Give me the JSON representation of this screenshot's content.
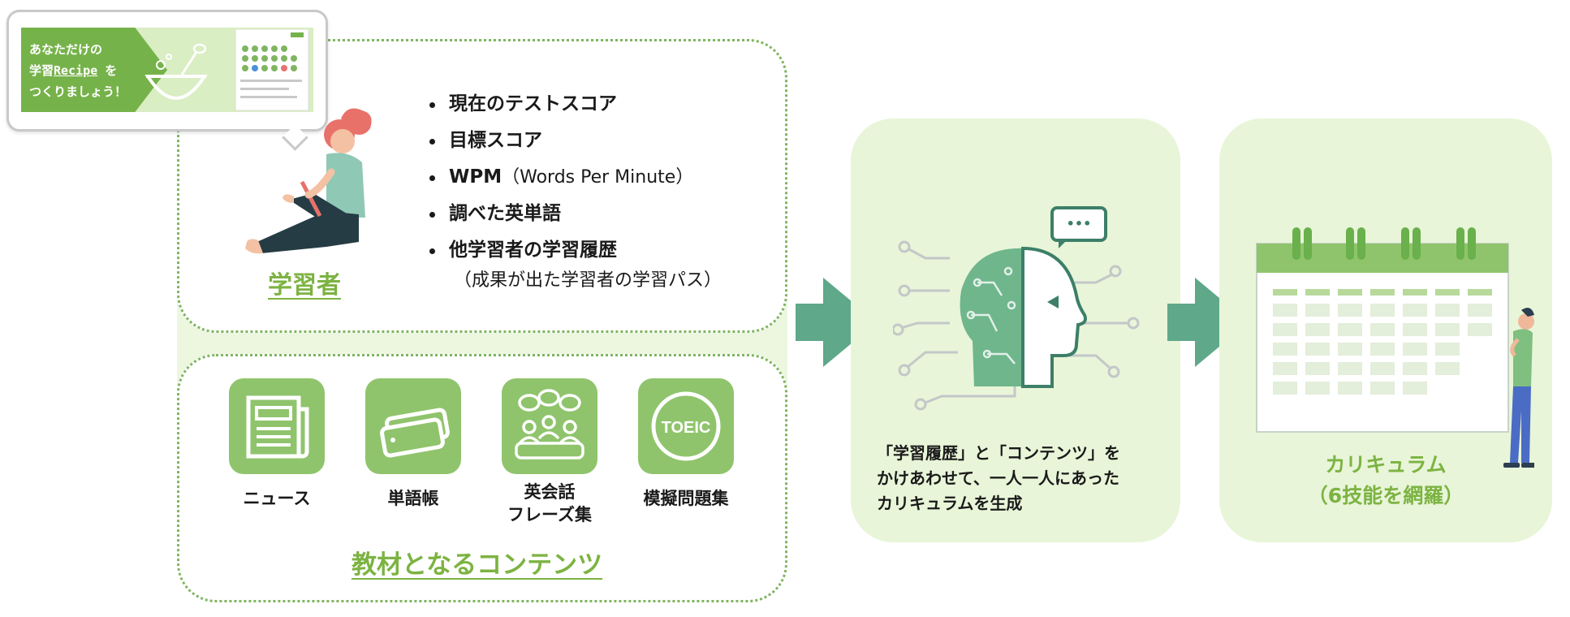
{
  "banner": {
    "line1": "あなただけの",
    "line2a": "学習",
    "line2b": "Recipe",
    "line2c": "を",
    "line3": "つくりましょう！"
  },
  "learner": {
    "title": "学習者",
    "items": [
      {
        "bold": "現在のテストスコア",
        "light": ""
      },
      {
        "bold": "目標スコア",
        "light": ""
      },
      {
        "bold": "WPM",
        "light": "（Words Per Minute）"
      },
      {
        "bold": "調べた英単語",
        "light": ""
      },
      {
        "bold": "他学習者の学習履歴",
        "light": ""
      }
    ],
    "sub_note": "（成果が出た学習者の学習パス）"
  },
  "contents": {
    "title": "教材となるコンテンツ",
    "cards": [
      {
        "label": "ニュース",
        "icon": "newspaper-icon"
      },
      {
        "label": "単語帳",
        "icon": "flashcards-icon"
      },
      {
        "label_line1": "英会話",
        "label_line2": "フレーズ集",
        "icon": "conversation-group-icon"
      },
      {
        "label": "模擬問題集",
        "icon": "toeic-badge-icon",
        "icon_text": "TOEIC"
      }
    ]
  },
  "ai": {
    "line1": "「学習履歴」と「コンテンツ」を",
    "line2": "かけあわせて、一人一人にあった",
    "line3": "カリキュラムを生成",
    "chat_dots": "•••"
  },
  "curriculum": {
    "line1": "カリキュラム",
    "line2": "（6技能を網羅）"
  },
  "colors": {
    "accent_green": "#7cb342",
    "card_green": "#8fc46c",
    "arrow_teal": "#5fa88a",
    "panel_bg": "#e8f5d8",
    "dotted_border": "#7fb560"
  }
}
